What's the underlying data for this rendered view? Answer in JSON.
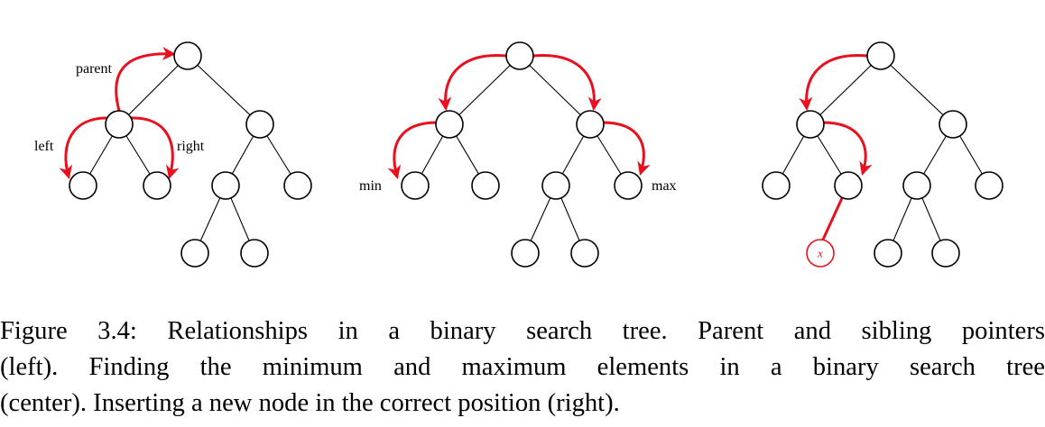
{
  "labels": {
    "parent": "parent",
    "left": "left",
    "right": "right",
    "min": "min",
    "max": "max",
    "new_node": "x"
  },
  "caption": {
    "line1": "Figure 3.4: Relationships in a binary search tree. Parent and sibling pointers",
    "line2": "(left). Finding the minimum and maximum elements in a binary search tree",
    "line3": "(center). Inserting a new node in the correct position (right)."
  },
  "colors": {
    "accent": "#e8101e",
    "node_stroke": "#000000",
    "background": "#ffffff"
  }
}
